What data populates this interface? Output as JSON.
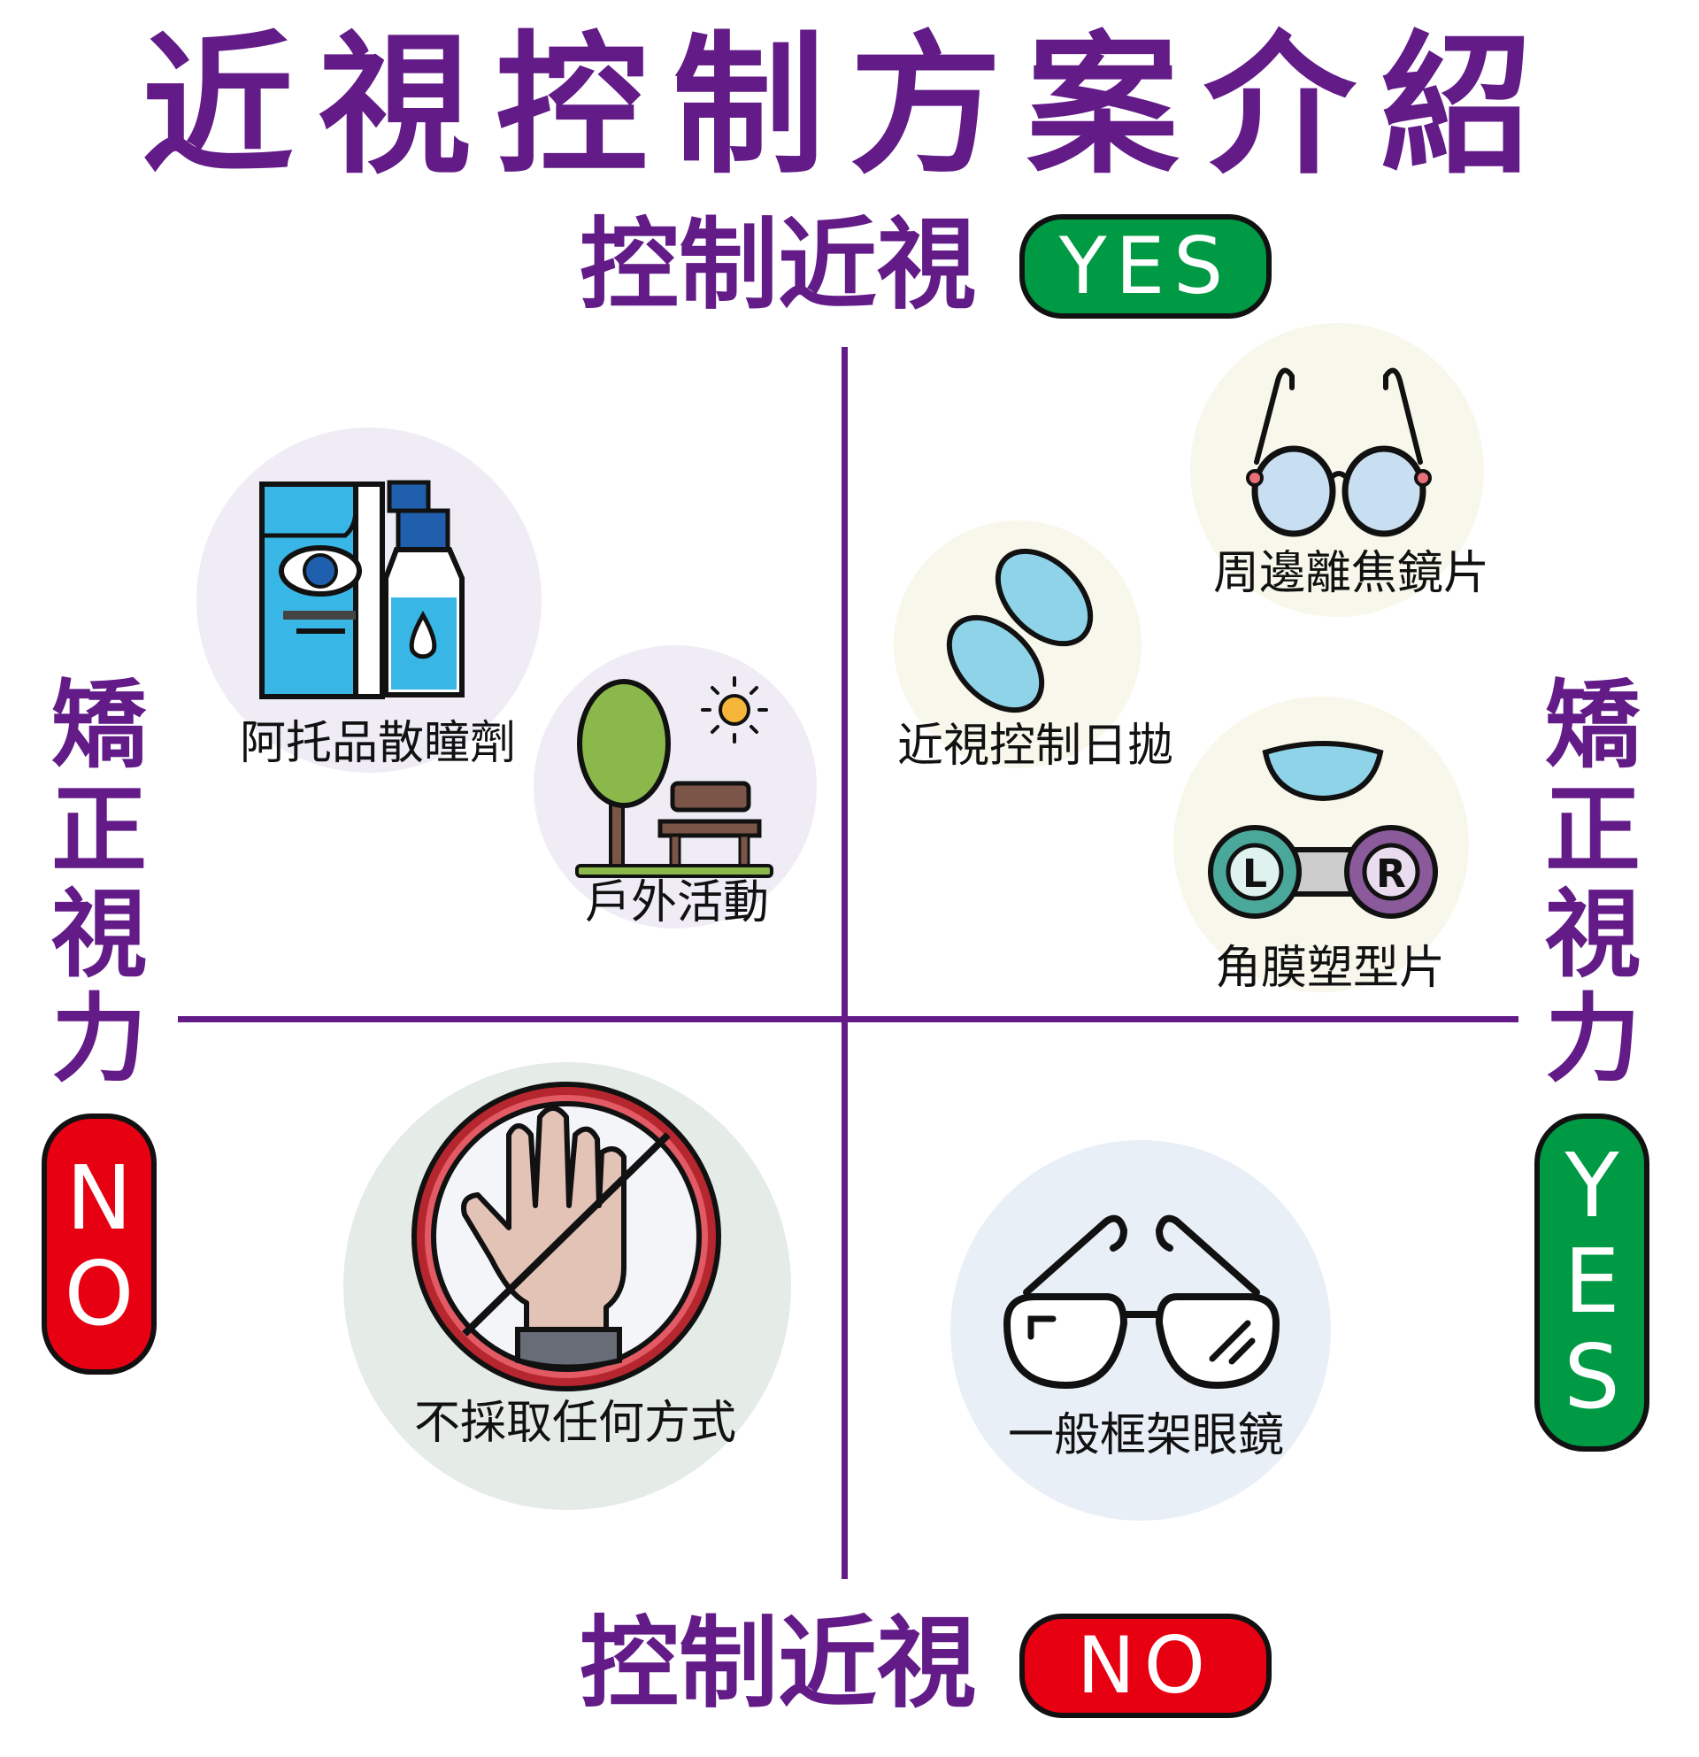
{
  "title": "近視控制方案介紹",
  "top_axis": {
    "label": "控制近視",
    "badge": "YES"
  },
  "bottom_axis": {
    "label": "控制近視",
    "badge": "NO"
  },
  "left_axis": {
    "label": [
      "矯",
      "正",
      "視",
      "力"
    ],
    "badge": [
      "N",
      "O"
    ]
  },
  "right_axis": {
    "label": [
      "矯",
      "正",
      "視",
      "力"
    ],
    "badge": [
      "Y",
      "E",
      "S"
    ]
  },
  "options": {
    "atropine": "阿托品散瞳劑",
    "outdoor": "戶外活動",
    "daily_lens": "近視控制日拋",
    "peripheral_defocus": "周邊離焦鏡片",
    "ortho_k": "角膜塑型片",
    "none": "不採取任何方式",
    "regular_glasses": "一般框架眼鏡"
  },
  "ortho_k_case": {
    "left": "L",
    "right": "R"
  },
  "colors": {
    "purple": "#621b87",
    "yes": "#009a44",
    "no": "#e60012"
  }
}
